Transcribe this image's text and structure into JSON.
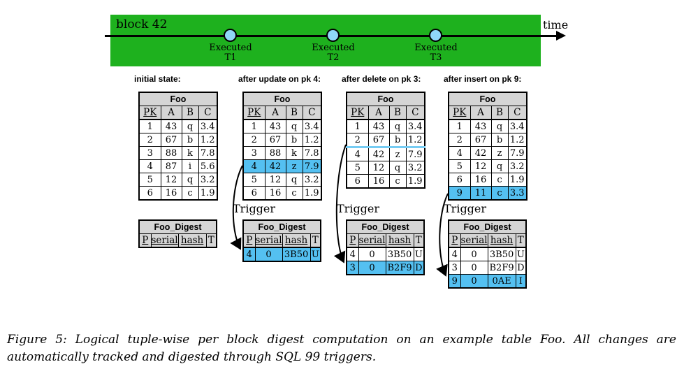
{
  "banner": {
    "block_label": "block 42",
    "time_label": "time",
    "events": [
      {
        "line1": "Executed",
        "line2": "T1"
      },
      {
        "line1": "Executed",
        "line2": "T2"
      },
      {
        "line1": "Executed",
        "line2": "T3"
      }
    ]
  },
  "colors": {
    "banner_green": "#1eb11e",
    "circle_blue": "#8fd8f8",
    "highlight_blue": "#54c0f1",
    "delete_line_blue": "#76ccf3",
    "header_gray": "#d5d5d5"
  },
  "columns": [
    {
      "label": "initial state:",
      "trigger_label": "",
      "foo_table": {
        "title": "Foo",
        "headers": [
          "PK",
          "A",
          "B",
          "C"
        ],
        "key_headers": [
          "PK"
        ],
        "rows": [
          {
            "cells": [
              "1",
              "43",
              "q",
              "3.4"
            ],
            "highlight": false
          },
          {
            "cells": [
              "2",
              "67",
              "b",
              "1.2"
            ],
            "highlight": false
          },
          {
            "cells": [
              "3",
              "88",
              "k",
              "7.8"
            ],
            "highlight": false
          },
          {
            "cells": [
              "4",
              "87",
              "i",
              "5.6"
            ],
            "highlight": false
          },
          {
            "cells": [
              "5",
              "12",
              "q",
              "3.2"
            ],
            "highlight": false
          },
          {
            "cells": [
              "6",
              "16",
              "c",
              "1.9"
            ],
            "highlight": false
          }
        ]
      },
      "digest_table": {
        "title": "Foo_Digest",
        "headers": [
          "P",
          "serial",
          "hash",
          "T"
        ],
        "key_headers": [
          "P",
          "serial",
          "hash"
        ],
        "rows": []
      }
    },
    {
      "label": "after update on pk 4:",
      "trigger_label": "Trigger",
      "foo_table": {
        "title": "Foo",
        "headers": [
          "PK",
          "A",
          "B",
          "C"
        ],
        "key_headers": [
          "PK"
        ],
        "rows": [
          {
            "cells": [
              "1",
              "43",
              "q",
              "3.4"
            ],
            "highlight": false
          },
          {
            "cells": [
              "2",
              "67",
              "b",
              "1.2"
            ],
            "highlight": false
          },
          {
            "cells": [
              "3",
              "88",
              "k",
              "7.8"
            ],
            "highlight": false
          },
          {
            "cells": [
              "4",
              "42",
              "z",
              "7.9"
            ],
            "highlight": true
          },
          {
            "cells": [
              "5",
              "12",
              "q",
              "3.2"
            ],
            "highlight": false
          },
          {
            "cells": [
              "6",
              "16",
              "c",
              "1.9"
            ],
            "highlight": false
          }
        ]
      },
      "digest_table": {
        "title": "Foo_Digest",
        "headers": [
          "P",
          "serial",
          "hash",
          "T"
        ],
        "key_headers": [
          "P",
          "serial",
          "hash"
        ],
        "rows": [
          {
            "cells": [
              "4",
              "0",
              "3B50",
              "U"
            ],
            "highlight": true
          }
        ]
      }
    },
    {
      "label": "after delete on pk 3:",
      "trigger_label": "Trigger",
      "foo_table": {
        "title": "Foo",
        "headers": [
          "PK",
          "A",
          "B",
          "C"
        ],
        "key_headers": [
          "PK"
        ],
        "rows": [
          {
            "cells": [
              "1",
              "43",
              "q",
              "3.4"
            ],
            "highlight": false
          },
          {
            "cells": [
              "2",
              "67",
              "b",
              "1.2"
            ],
            "highlight": false,
            "delete_marker_below": true
          },
          {
            "cells": [
              "4",
              "42",
              "z",
              "7.9"
            ],
            "highlight": false
          },
          {
            "cells": [
              "5",
              "12",
              "q",
              "3.2"
            ],
            "highlight": false
          },
          {
            "cells": [
              "6",
              "16",
              "c",
              "1.9"
            ],
            "highlight": false
          }
        ]
      },
      "digest_table": {
        "title": "Foo_Digest",
        "headers": [
          "P",
          "serial",
          "hash",
          "T"
        ],
        "key_headers": [
          "P",
          "serial",
          "hash"
        ],
        "rows": [
          {
            "cells": [
              "4",
              "0",
              "3B50",
              "U"
            ],
            "highlight": false
          },
          {
            "cells": [
              "3",
              "0",
              "B2F9",
              "D"
            ],
            "highlight": true
          }
        ]
      }
    },
    {
      "label": "after insert on pk 9:",
      "trigger_label": "Trigger",
      "foo_table": {
        "title": "Foo",
        "headers": [
          "PK",
          "A",
          "B",
          "C"
        ],
        "key_headers": [
          "PK"
        ],
        "rows": [
          {
            "cells": [
              "1",
              "43",
              "q",
              "3.4"
            ],
            "highlight": false
          },
          {
            "cells": [
              "2",
              "67",
              "b",
              "1.2"
            ],
            "highlight": false
          },
          {
            "cells": [
              "4",
              "42",
              "z",
              "7.9"
            ],
            "highlight": false
          },
          {
            "cells": [
              "5",
              "12",
              "q",
              "3.2"
            ],
            "highlight": false
          },
          {
            "cells": [
              "6",
              "16",
              "c",
              "1.9"
            ],
            "highlight": false
          },
          {
            "cells": [
              "9",
              "11",
              "c",
              "3.3"
            ],
            "highlight": true
          }
        ]
      },
      "digest_table": {
        "title": "Foo_Digest",
        "headers": [
          "P",
          "serial",
          "hash",
          "T"
        ],
        "key_headers": [
          "P",
          "serial",
          "hash"
        ],
        "rows": [
          {
            "cells": [
              "4",
              "0",
              "3B50",
              "U"
            ],
            "highlight": false
          },
          {
            "cells": [
              "3",
              "0",
              "B2F9",
              "D"
            ],
            "highlight": false
          },
          {
            "cells": [
              "9",
              "0",
              "0AE",
              "I"
            ],
            "highlight": true
          }
        ]
      }
    }
  ],
  "caption": "Figure 5: Logical tuple-wise per block digest computation on an example table Foo.  All changes are automatically tracked and digested through SQL 99 triggers."
}
